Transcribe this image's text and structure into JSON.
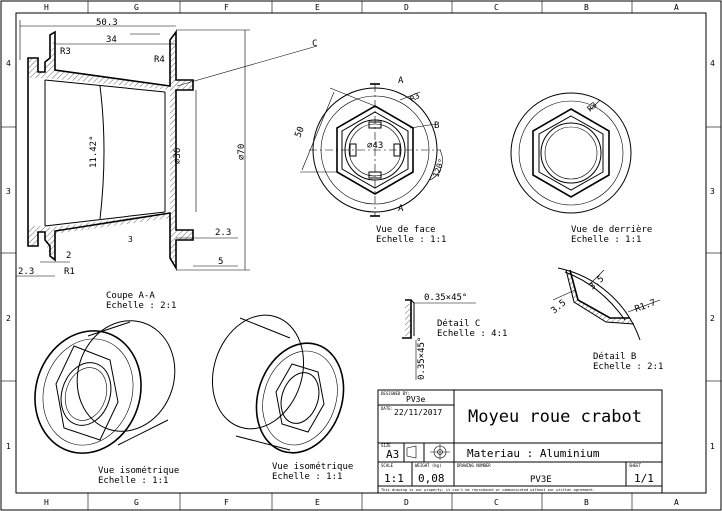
{
  "frame": {
    "top_cols": [
      "H",
      "G",
      "F",
      "E",
      "D",
      "C",
      "B",
      "A"
    ],
    "bottom_cols": [
      "H",
      "G",
      "F",
      "E",
      "D",
      "C",
      "B",
      "A"
    ],
    "left_rows": [
      "4",
      "3",
      "2",
      "1"
    ],
    "right_rows": [
      "4",
      "3",
      "2",
      "1"
    ]
  },
  "section_view": {
    "caption": "Coupe A-A",
    "scale": "Echelle :  2:1",
    "dims": {
      "overall_length": "50.3",
      "bore_length": "34",
      "radius_top_left": "R3",
      "radius_top_right": "R4",
      "taper_angle": "11.42°",
      "inner_dia": "⌀36",
      "outer_dia": "⌀70",
      "wall": "3",
      "flange_thk": "2.3",
      "radius_small": "R1",
      "two": "2",
      "left_flange": "2.3",
      "width_right": "5",
      "detail_ref": "C"
    }
  },
  "front_view": {
    "caption": "Vue de face",
    "scale": "Echelle :  1:1",
    "dims": {
      "flat_dia": "50",
      "bore_dia": "⌀43",
      "radius": "R3",
      "angle": "120°",
      "cut_label_top": "A",
      "cut_label_bottom": "A",
      "detail_ref": "B"
    }
  },
  "rear_view": {
    "caption": "Vue de derrière",
    "scale": "Echelle :  1:1",
    "dims": {
      "radius": "R3"
    }
  },
  "detail_b": {
    "caption": "Détail B",
    "scale": "Echelle :  2:1",
    "dims": {
      "d1": "3.5",
      "d2": "3.5",
      "radius": "R1.7"
    }
  },
  "detail_c": {
    "caption": "Détail C",
    "scale": "Echelle :  4:1",
    "dims": {
      "chamfer_h": "0.35×45°",
      "chamfer_v": "0.35×45°"
    }
  },
  "iso_left": {
    "caption": "Vue isométrique",
    "scale": "Echelle :  1:1"
  },
  "iso_right": {
    "caption": "Vue isométrique",
    "scale": "Echelle :  1:1"
  },
  "title_block": {
    "designed_by_label": "DESIGNED BY:",
    "designed_by": "PV3e",
    "date_label": "DATE:",
    "date": "22/11/2017",
    "title": "Moyeu roue crabot",
    "size_label": "SIZE",
    "size": "A3",
    "material": "Materiau : Aluminium",
    "scale_label": "SCALE",
    "scale": "1:1",
    "weight_label": "WEIGHT (kg)",
    "weight": "0,08",
    "drawing_number_label": "DRAWING NUMBER",
    "drawing_number": "PV3E",
    "sheet_label": "SHEET",
    "sheet": "1/1",
    "notice": "This drawing is our property; it can't be reproduced or communicated without our written agreement."
  }
}
